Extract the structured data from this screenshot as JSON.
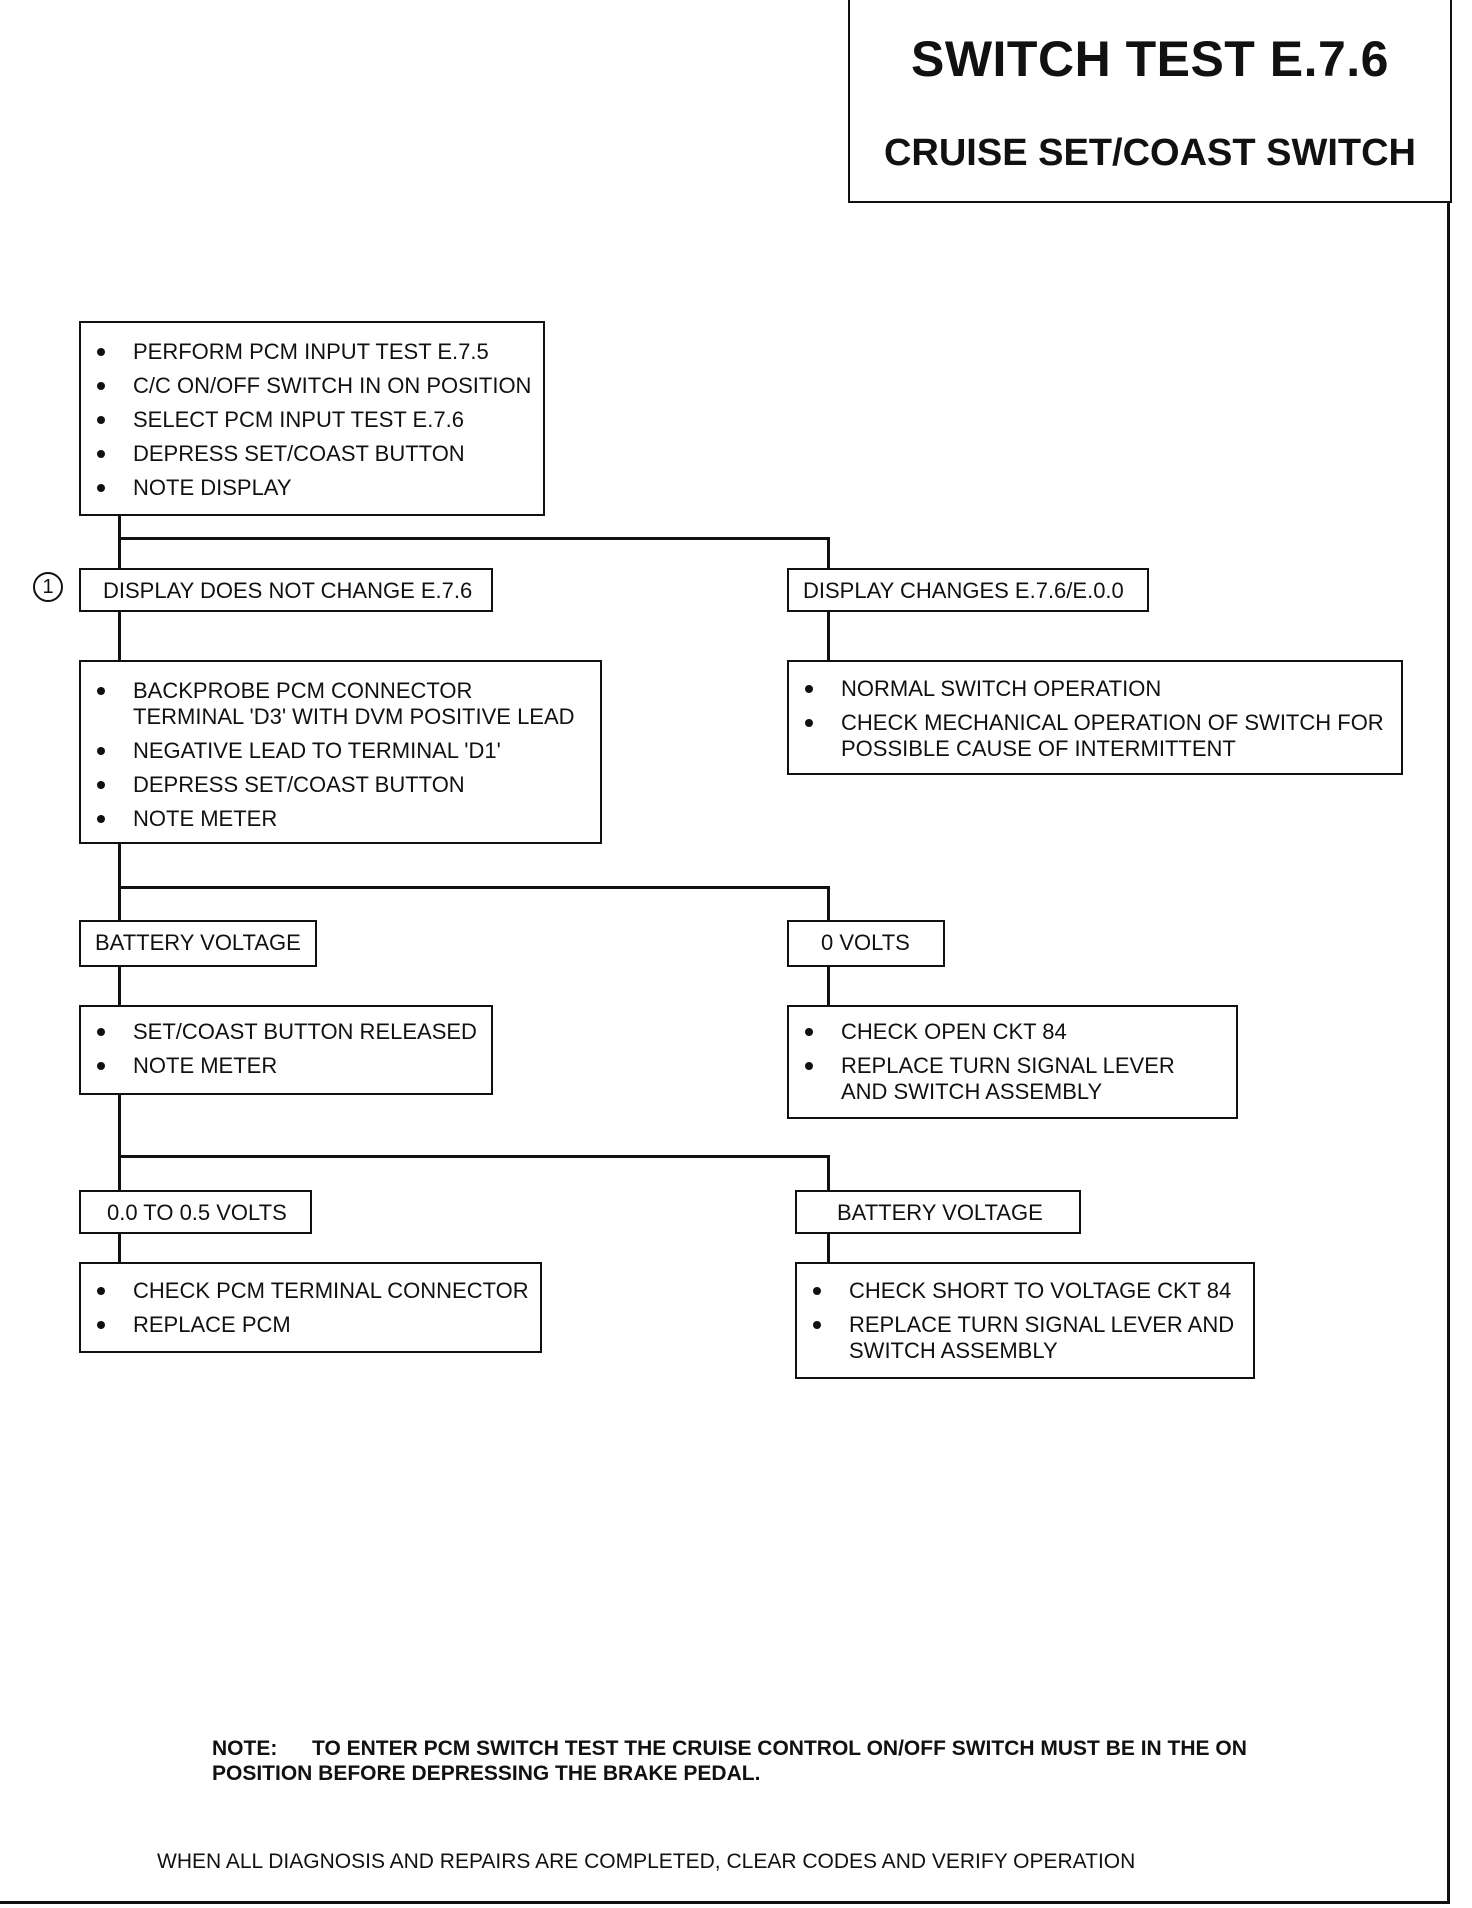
{
  "title": {
    "main": "SWITCH TEST E.7.6",
    "sub": "CRUISE SET/COAST SWITCH"
  },
  "step1": {
    "items": [
      "PERFORM PCM INPUT TEST E.7.5",
      "C/C ON/OFF SWITCH IN ON POSITION",
      "SELECT PCM INPUT TEST E.7.6",
      "DEPRESS SET/COAST BUTTON",
      "NOTE DISPLAY"
    ]
  },
  "marker": "1",
  "branch1": {
    "left_label": "DISPLAY DOES NOT CHANGE E.7.6",
    "right_label": "DISPLAY CHANGES E.7.6/E.0.0"
  },
  "step2_left": {
    "items": [
      "BACKPROBE PCM CONNECTOR TERMINAL 'D3' WITH DVM POSITIVE LEAD",
      "NEGATIVE LEAD TO TERMINAL 'D1'",
      "DEPRESS SET/COAST  BUTTON",
      "NOTE METER"
    ]
  },
  "step2_right": {
    "items": [
      "NORMAL SWITCH OPERATION",
      "CHECK MECHANICAL OPERATION OF SWITCH FOR POSSIBLE  CAUSE OF INTERMITTENT"
    ]
  },
  "branch2": {
    "left_label": "BATTERY VOLTAGE",
    "right_label": "0 VOLTS"
  },
  "step3_left": {
    "items": [
      "SET/COAST BUTTON RELEASED",
      "NOTE METER"
    ]
  },
  "step3_right": {
    "items": [
      "CHECK OPEN CKT 84",
      "REPLACE TURN SIGNAL LEVER AND SWITCH ASSEMBLY"
    ]
  },
  "branch3": {
    "left_label": "0.0 TO 0.5 VOLTS",
    "right_label": "BATTERY VOLTAGE"
  },
  "step4_left": {
    "items": [
      "CHECK PCM TERMINAL CONNECTOR",
      "REPLACE PCM"
    ]
  },
  "step4_right": {
    "items": [
      "CHECK SHORT TO VOLTAGE CKT 84",
      "REPLACE TURN SIGNAL LEVER AND SWITCH ASSEMBLY"
    ]
  },
  "note": {
    "label": "NOTE:",
    "text": "TO ENTER PCM SWITCH TEST THE CRUISE CONTROL ON/OFF SWITCH MUST BE IN THE ON POSITION BEFORE DEPRESSING THE BRAKE PEDAL."
  },
  "footer": "WHEN ALL DIAGNOSIS AND REPAIRS ARE COMPLETED, CLEAR CODES AND VERIFY OPERATION"
}
